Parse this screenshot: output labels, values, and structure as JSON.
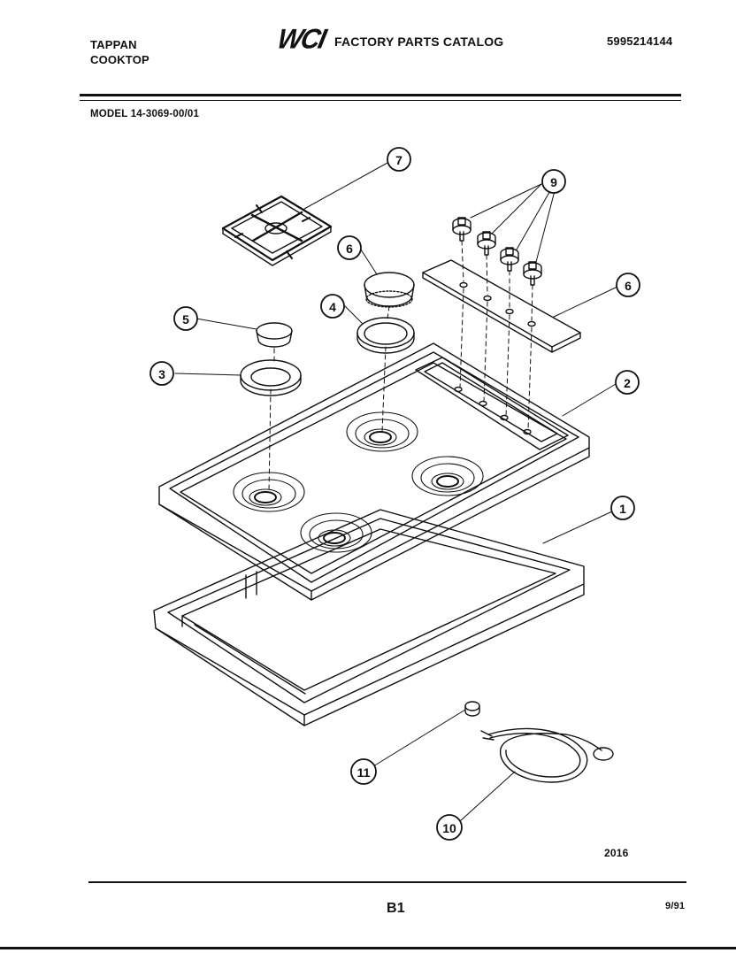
{
  "header": {
    "brand_line1": "TAPPAN",
    "brand_line2": "COOKTOP",
    "logo_text": "WCI",
    "catalog_title": "FACTORY PARTS CATALOG",
    "catalog_number": "5995214144",
    "model": "MODEL 14-3069-00/01"
  },
  "callouts": {
    "c1": "1",
    "c2": "2",
    "c3": "3",
    "c4": "4",
    "c5": "5",
    "c6a": "6",
    "c6b": "6",
    "c7": "7",
    "c9": "9",
    "c10": "10",
    "c11": "11"
  },
  "footer": {
    "drawing_number": "2016",
    "page_code": "B1",
    "revision_date": "9/91"
  }
}
